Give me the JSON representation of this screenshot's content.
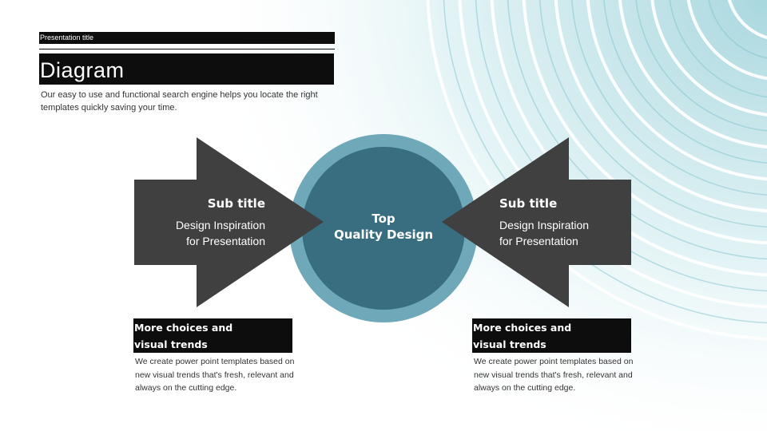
{
  "header": {
    "presentation_title": "Presentation title",
    "title": "Diagram",
    "description": "Our easy to use and functional search engine helps you locate the right templates quickly saving your time."
  },
  "diagram": {
    "center": {
      "line1": "Top",
      "line2": "Quality Design"
    },
    "left_arrow": {
      "sub_title": "Sub title",
      "line1": "Design Inspiration",
      "line2": "for Presentation"
    },
    "right_arrow": {
      "sub_title": "Sub title",
      "line1": "Design Inspiration",
      "line2": "for Presentation"
    }
  },
  "boxes": [
    {
      "title_line1": "More choices and",
      "title_line2": "visual trends",
      "body": "We create power point templates based on new visual trends that's fresh, relevant and always on the cutting edge."
    },
    {
      "title_line1": "More choices and",
      "title_line2": "visual trends",
      "body": "We create power point templates based on new visual trends that's fresh, relevant and always on the cutting edge."
    }
  ],
  "colors": {
    "arrow": "#404040",
    "circle_outer": "#6fa8b8",
    "circle_inner": "#386e80",
    "bar": "#0d0d0d",
    "background_accent": "#cfe9ec"
  }
}
